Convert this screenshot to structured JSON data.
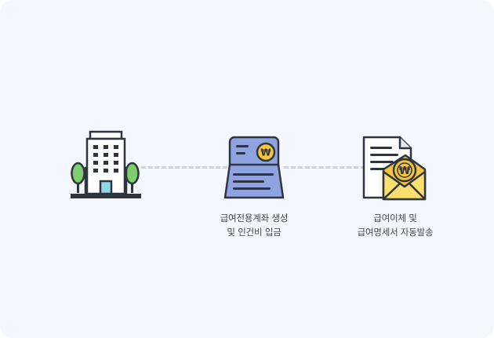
{
  "steps": [
    {
      "icon": "office-building-icon",
      "caption": []
    },
    {
      "icon": "payroll-account-card-icon",
      "caption": [
        "급여전용계좌 생성",
        "및 인건비 입금"
      ]
    },
    {
      "icon": "payslip-envelope-icon",
      "caption": [
        "급여이체 및",
        "급여명세서 자동발송"
      ]
    }
  ],
  "colors": {
    "background": "#f4f7fe",
    "connector": "#c9d0de",
    "outline": "#2f3540",
    "card_blue": "#8fa3e0",
    "coin_yellow": "#f5c53a",
    "tree_green": "#7ccf6a"
  }
}
